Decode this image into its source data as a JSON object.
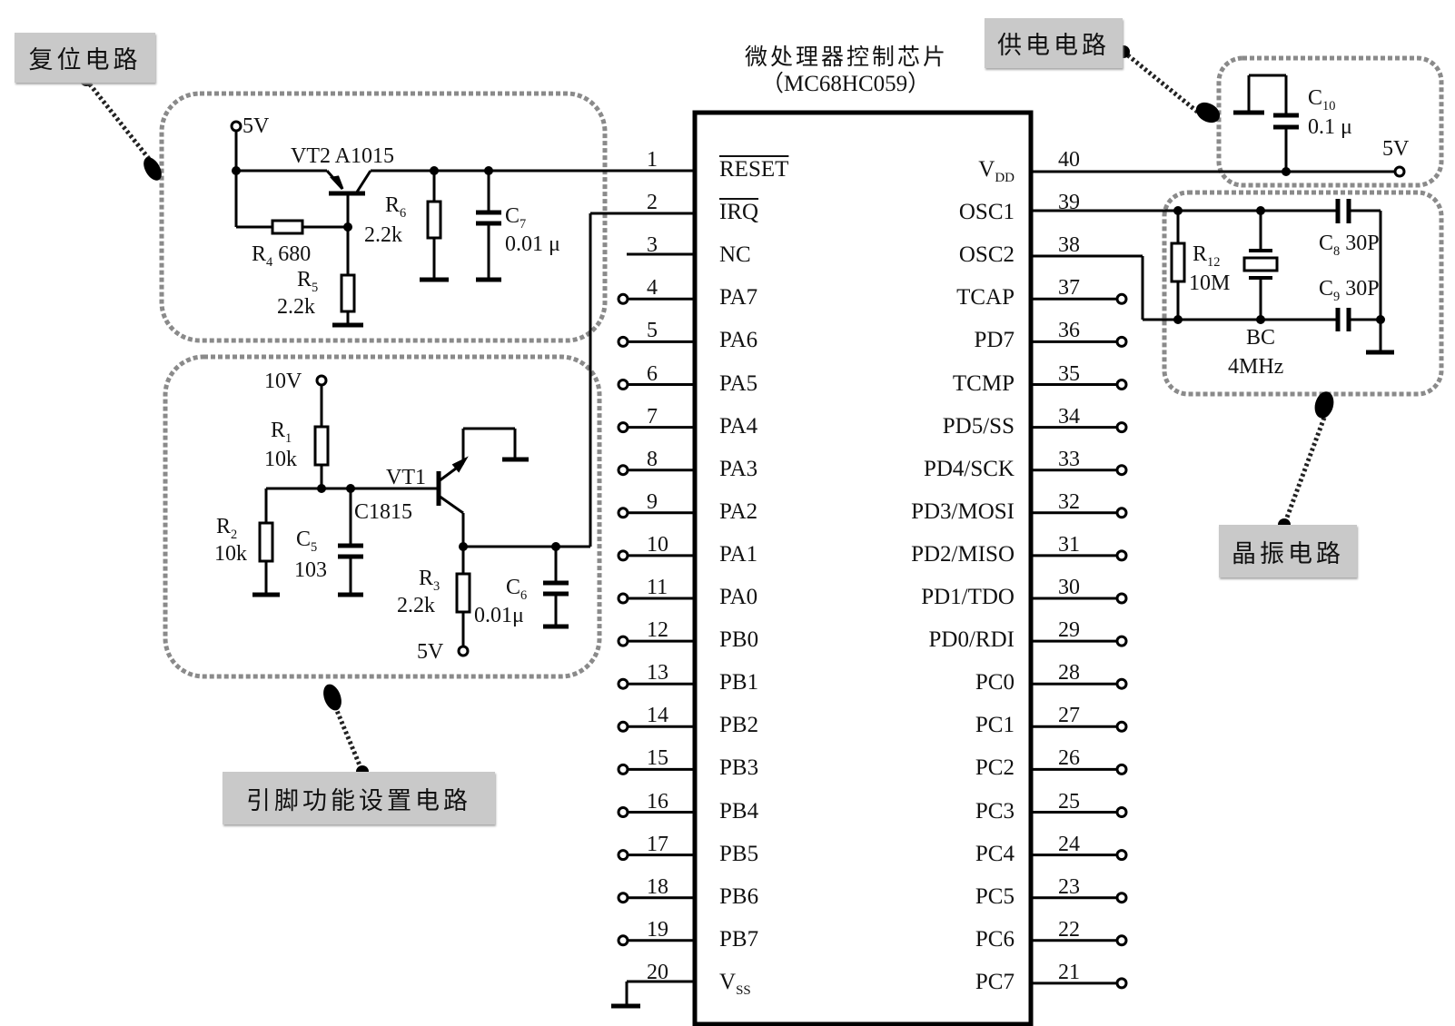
{
  "chip": {
    "title": "微处理器控制芯片",
    "model": "（MC68HC059）",
    "left_pins": [
      {
        "num": "1",
        "name": "RESET",
        "overline": true
      },
      {
        "num": "2",
        "name": "IRQ",
        "overline": true
      },
      {
        "num": "3",
        "name": "NC"
      },
      {
        "num": "4",
        "name": "PA7"
      },
      {
        "num": "5",
        "name": "PA6"
      },
      {
        "num": "6",
        "name": "PA5"
      },
      {
        "num": "7",
        "name": "PA4"
      },
      {
        "num": "8",
        "name": "PA3"
      },
      {
        "num": "9",
        "name": "PA2"
      },
      {
        "num": "10",
        "name": "PA1"
      },
      {
        "num": "11",
        "name": "PA0"
      },
      {
        "num": "12",
        "name": "PB0"
      },
      {
        "num": "13",
        "name": "PB1"
      },
      {
        "num": "14",
        "name": "PB2"
      },
      {
        "num": "15",
        "name": "PB3"
      },
      {
        "num": "16",
        "name": "PB4"
      },
      {
        "num": "17",
        "name": "PB5"
      },
      {
        "num": "18",
        "name": "PB6"
      },
      {
        "num": "19",
        "name": "PB7"
      },
      {
        "num": "20",
        "name": "V",
        "sub": "SS"
      }
    ],
    "right_pins": [
      {
        "num": "40",
        "name": "V",
        "sub": "DD"
      },
      {
        "num": "39",
        "name": "OSC1"
      },
      {
        "num": "38",
        "name": "OSC2"
      },
      {
        "num": "37",
        "name": "TCAP"
      },
      {
        "num": "36",
        "name": "PD7"
      },
      {
        "num": "35",
        "name": "TCMP"
      },
      {
        "num": "34",
        "name": "PD5/SS"
      },
      {
        "num": "33",
        "name": "PD4/SCK"
      },
      {
        "num": "32",
        "name": "PD3/MOSI"
      },
      {
        "num": "31",
        "name": "PD2/MISO"
      },
      {
        "num": "30",
        "name": "PD1/TDO"
      },
      {
        "num": "29",
        "name": "PD0/RDI"
      },
      {
        "num": "28",
        "name": "PC0"
      },
      {
        "num": "27",
        "name": "PC1"
      },
      {
        "num": "26",
        "name": "PC2"
      },
      {
        "num": "25",
        "name": "PC3"
      },
      {
        "num": "24",
        "name": "PC4"
      },
      {
        "num": "23",
        "name": "PC5"
      },
      {
        "num": "22",
        "name": "PC6"
      },
      {
        "num": "21",
        "name": "PC7"
      }
    ]
  },
  "callouts": {
    "reset": "复位电路",
    "power": "供电电路",
    "pin_func": "引脚功能设置电路",
    "crystal": "晶振电路"
  },
  "reset_circuit": {
    "supply": "5V",
    "transistor": "VT2 A1015",
    "r4": {
      "ref": "R",
      "sub": "4",
      "value": "680"
    },
    "r5": {
      "ref": "R",
      "sub": "5",
      "value": "2.2k"
    },
    "r6": {
      "ref": "R",
      "sub": "6",
      "value": "2.2k"
    },
    "c7": {
      "ref": "C",
      "sub": "7",
      "value": "0.01 μ"
    }
  },
  "pin_func_circuit": {
    "supply_top": "10V",
    "supply_bottom": "5V",
    "transistor": "VT1",
    "transistor_model": "C1815",
    "r1": {
      "ref": "R",
      "sub": "1",
      "value": "10k"
    },
    "r2": {
      "ref": "R",
      "sub": "2",
      "value": "10k"
    },
    "r3": {
      "ref": "R",
      "sub": "3",
      "value": "2.2k"
    },
    "c5": {
      "ref": "C",
      "sub": "5",
      "value": "103"
    },
    "c6": {
      "ref": "C",
      "sub": "6",
      "value": "0.01μ"
    }
  },
  "power_circuit": {
    "c10": {
      "ref": "C",
      "sub": "10",
      "value": "0.1 μ"
    },
    "supply": "5V"
  },
  "crystal_circuit": {
    "r12": {
      "ref": "R",
      "sub": "12",
      "value": "10M"
    },
    "c8": {
      "ref": "C",
      "sub": "8",
      "value": "30P"
    },
    "c9": {
      "ref": "C",
      "sub": "9",
      "value": "30P"
    },
    "crystal": "BC",
    "freq": "4MHz"
  }
}
